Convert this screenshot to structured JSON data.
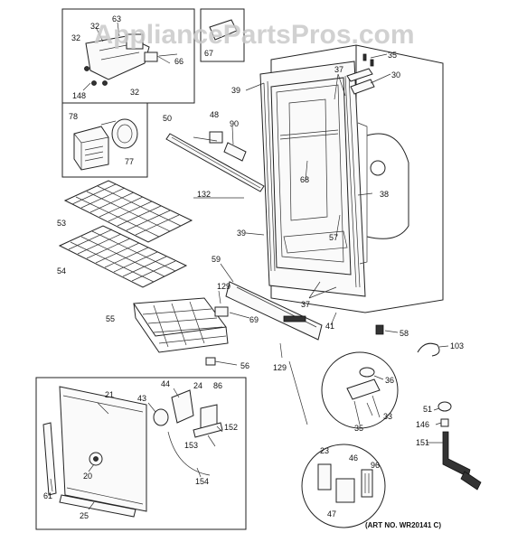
{
  "watermark": "AppliancePartsPros.com",
  "art_number": "(ART NO. WR20141 C)",
  "callouts": {
    "p63": "63",
    "p32a": "32",
    "p32b": "32",
    "p32c": "32",
    "p66": "66",
    "p148": "148",
    "p67": "67",
    "p78": "78",
    "p77": "77",
    "p53": "53",
    "p54": "54",
    "p50": "50",
    "p48": "48",
    "p90": "90",
    "p132": "132",
    "p39a": "39",
    "p39b": "39",
    "p37a": "37",
    "p37b": "37",
    "p35a": "35",
    "p35b": "35",
    "p30": "30",
    "p68": "68",
    "p38": "38",
    "p57": "57",
    "p59": "59",
    "p129a": "129",
    "p129b": "129",
    "p69": "69",
    "p55": "55",
    "p56": "56",
    "p41": "41",
    "p58": "58",
    "p103": "103",
    "p36": "36",
    "p33": "33",
    "p21": "21",
    "p43": "43",
    "p44": "44",
    "p24": "24",
    "p86": "86",
    "p152": "152",
    "p153": "153",
    "p154": "154",
    "p20": "20",
    "p61": "61",
    "p25": "25",
    "p51": "51",
    "p146": "146",
    "p151": "151",
    "p23": "23",
    "p46": "46",
    "p96": "96",
    "p47": "47"
  }
}
